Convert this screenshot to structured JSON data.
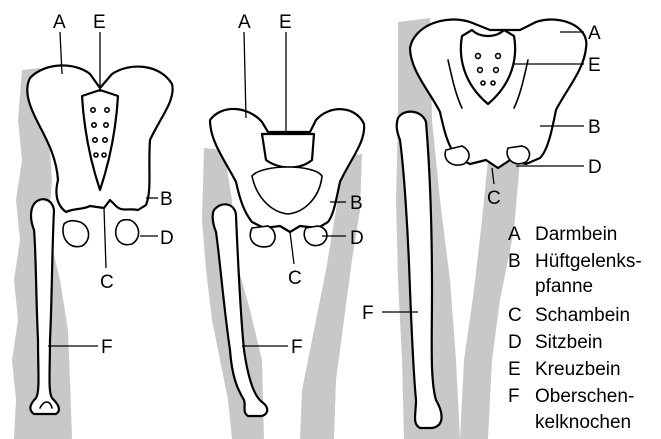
{
  "labels": {
    "A": "A",
    "B": "B",
    "C": "C",
    "D": "D",
    "E": "E",
    "F": "F"
  },
  "legend": [
    {
      "key": "A",
      "text": "Darmbein"
    },
    {
      "key": "B",
      "text": "Hüftgelenks-",
      "text2": "pfanne"
    },
    {
      "key": "C",
      "text": "Schambein"
    },
    {
      "key": "D",
      "text": "Sitzbein"
    },
    {
      "key": "E",
      "text": "Kreuzbein"
    },
    {
      "key": "F",
      "text": "Oberschen-",
      "text2": "kelknochen"
    }
  ],
  "colors": {
    "shade": "#c8c8c8",
    "outline": "#000000",
    "background": "#ffffff"
  }
}
